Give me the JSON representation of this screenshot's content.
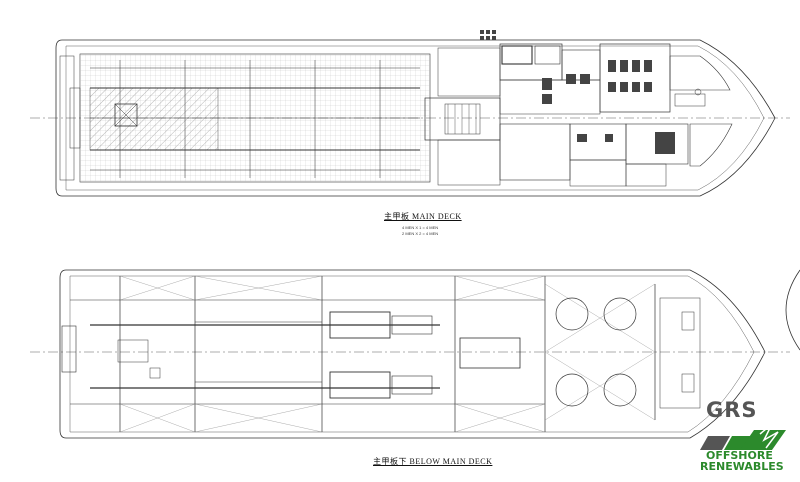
{
  "drawing": {
    "main_deck_label": "主甲板 MAIN DECK",
    "main_deck_note_1": "4 MEN X 1 = 4 MEN",
    "main_deck_note_2": "2 MEN X 2 = 4 MEN",
    "below_deck_label": "主甲板下 BELOW MAIN DECK",
    "hull_color": "#333333",
    "hatch_color": "#777777"
  },
  "logo": {
    "mark": "GRS",
    "line1": "OFFSHORE",
    "line2": "RENEWABLES",
    "gray": "#555555",
    "green": "#2c8a2c"
  }
}
